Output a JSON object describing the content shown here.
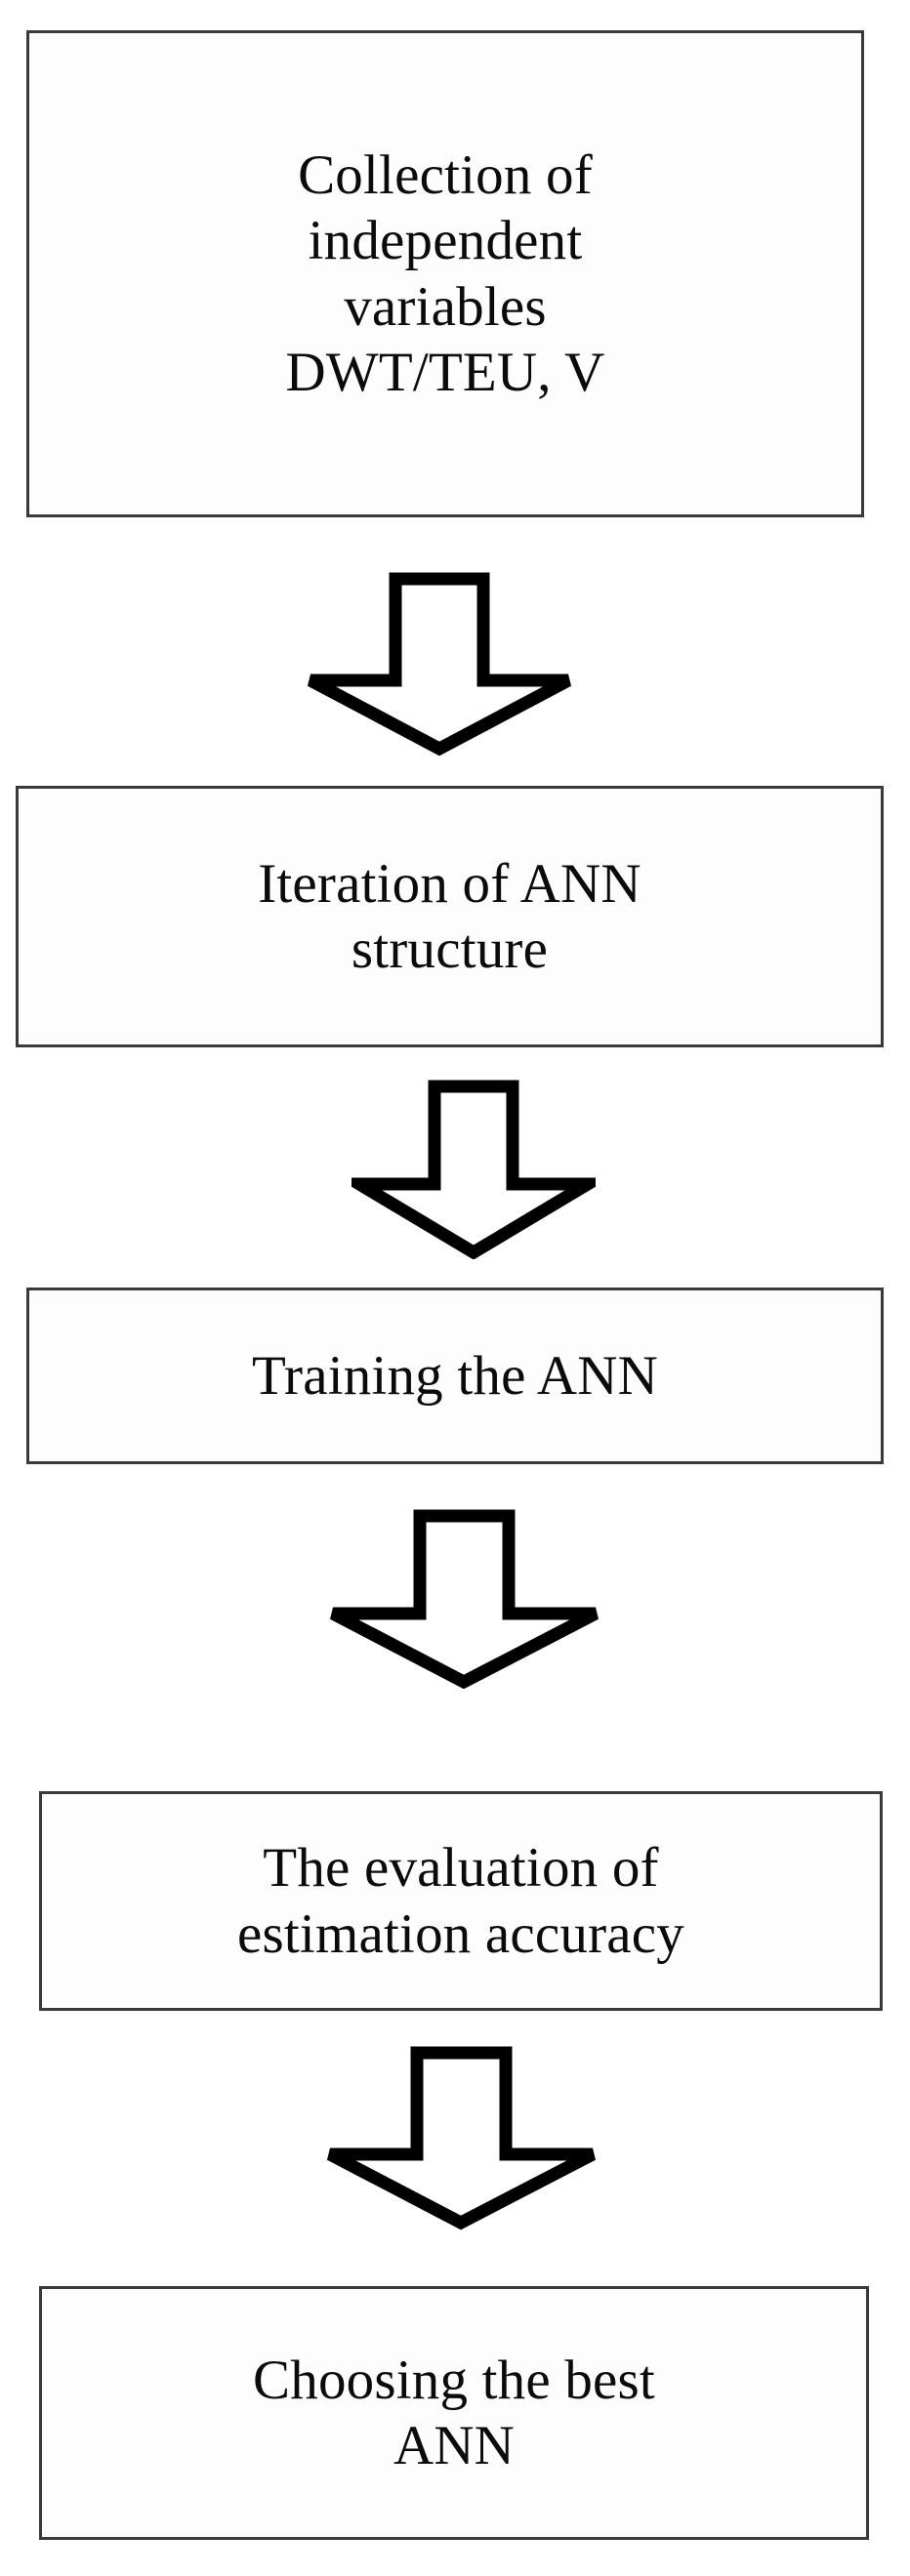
{
  "diagram": {
    "title": "ANN modelling methodology flowchart",
    "orientation": "vertical-top-to-bottom",
    "background_color": "#ffffff",
    "stroke_color": "#000000",
    "box_fill_color": "#ffffff",
    "nodes": [
      {
        "id": "node-1",
        "label": "Collection of\nindependent\nvariables\nDWT/TEU, V",
        "shape": "rectangle"
      },
      {
        "id": "node-2",
        "label": "Iteration of ANN\nstructure",
        "shape": "rectangle"
      },
      {
        "id": "node-3",
        "label": "Training the ANN",
        "shape": "rectangle"
      },
      {
        "id": "node-4",
        "label": "The evaluation of\nestimation accuracy",
        "shape": "rectangle"
      },
      {
        "id": "node-5",
        "label": "Choosing the best\nANN",
        "shape": "rectangle"
      }
    ],
    "connectors": [
      {
        "id": "arrow-1",
        "from": "node-1",
        "to": "node-2",
        "icon": "block-arrow-down-icon",
        "direction": "down"
      },
      {
        "id": "arrow-2",
        "from": "node-2",
        "to": "node-3",
        "icon": "block-arrow-down-icon",
        "direction": "down"
      },
      {
        "id": "arrow-3",
        "from": "node-3",
        "to": "node-4",
        "icon": "block-arrow-down-icon",
        "direction": "down"
      },
      {
        "id": "arrow-4",
        "from": "node-4",
        "to": "node-5",
        "icon": "block-arrow-down-icon",
        "direction": "down"
      }
    ]
  }
}
